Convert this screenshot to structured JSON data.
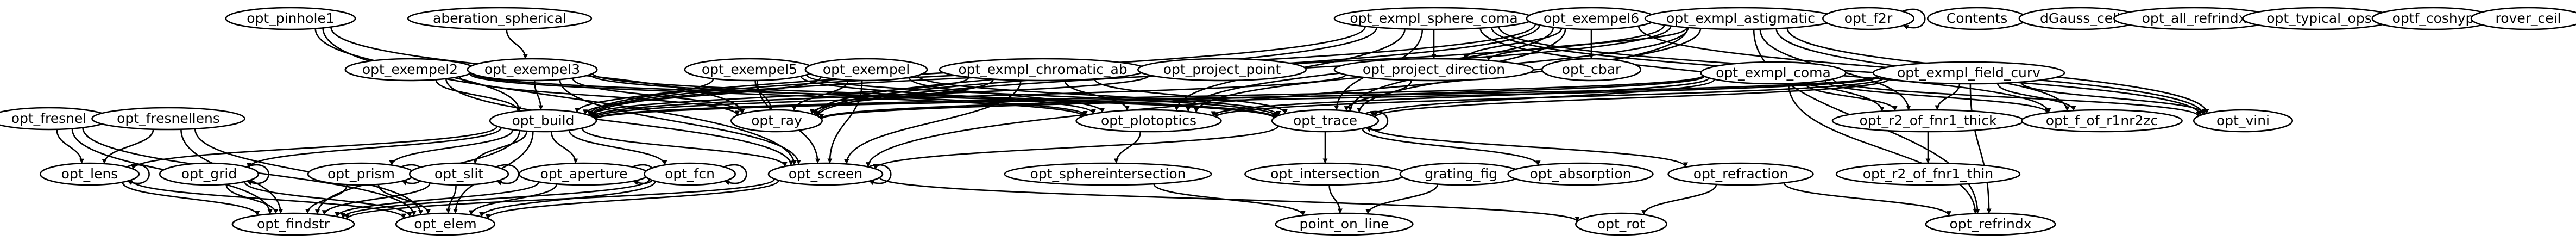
{
  "diagram": {
    "type": "call-graph",
    "nodes": [
      {
        "id": "opt_pinhole1",
        "label": "opt_pinhole1"
      },
      {
        "id": "aberation_spherical",
        "label": "aberation_spherical"
      },
      {
        "id": "opt_exmpl_sphere_coma",
        "label": "opt_exmpl_sphere_coma"
      },
      {
        "id": "opt_exempel6",
        "label": "opt_exempel6"
      },
      {
        "id": "opt_exmpl_astigmatic",
        "label": "opt_exmpl_astigmatic"
      },
      {
        "id": "opt_f2r",
        "label": "opt_f2r"
      },
      {
        "id": "Contents",
        "label": "Contents"
      },
      {
        "id": "dGauss_cell",
        "label": "dGauss_cell"
      },
      {
        "id": "opt_all_refrindx",
        "label": "opt_all_refrindx"
      },
      {
        "id": "opt_typical_ops",
        "label": "opt_typical_ops"
      },
      {
        "id": "optf_coshyp",
        "label": "optf_coshyp"
      },
      {
        "id": "rover_ceil",
        "label": "rover_ceil"
      },
      {
        "id": "opt_exempel2",
        "label": "opt_exempel2"
      },
      {
        "id": "opt_exempel3",
        "label": "opt_exempel3"
      },
      {
        "id": "opt_exempel5",
        "label": "opt_exempel5"
      },
      {
        "id": "opt_exempel",
        "label": "opt_exempel"
      },
      {
        "id": "opt_exmpl_chromatic_ab",
        "label": "opt_exmpl_chromatic_ab"
      },
      {
        "id": "opt_project_point",
        "label": "opt_project_point"
      },
      {
        "id": "opt_project_direction",
        "label": "opt_project_direction"
      },
      {
        "id": "opt_cbar",
        "label": "opt_cbar"
      },
      {
        "id": "opt_exmpl_coma",
        "label": "opt_exmpl_coma"
      },
      {
        "id": "opt_exmpl_field_curv",
        "label": "opt_exmpl_field_curv"
      },
      {
        "id": "opt_fresnel",
        "label": "opt_fresnel"
      },
      {
        "id": "opt_fresnellens",
        "label": "opt_fresnellens"
      },
      {
        "id": "opt_build",
        "label": "opt_build"
      },
      {
        "id": "opt_ray",
        "label": "opt_ray"
      },
      {
        "id": "opt_plotoptics",
        "label": "opt_plotoptics"
      },
      {
        "id": "opt_trace",
        "label": "opt_trace"
      },
      {
        "id": "opt_r2_of_fnr1_thick",
        "label": "opt_r2_of_fnr1_thick"
      },
      {
        "id": "opt_f_of_r1nr2zc",
        "label": "opt_f_of_r1nr2zc"
      },
      {
        "id": "opt_vini",
        "label": "opt_vini"
      },
      {
        "id": "opt_lens",
        "label": "opt_lens"
      },
      {
        "id": "opt_grid",
        "label": "opt_grid"
      },
      {
        "id": "opt_prism",
        "label": "opt_prism"
      },
      {
        "id": "opt_slit",
        "label": "opt_slit"
      },
      {
        "id": "opt_aperture",
        "label": "opt_aperture"
      },
      {
        "id": "opt_fcn",
        "label": "opt_fcn"
      },
      {
        "id": "opt_screen",
        "label": "opt_screen"
      },
      {
        "id": "opt_sphereintersection",
        "label": "opt_sphereintersection"
      },
      {
        "id": "opt_intersection",
        "label": "opt_intersection"
      },
      {
        "id": "grating_fig",
        "label": "grating_fig"
      },
      {
        "id": "opt_absorption",
        "label": "opt_absorption"
      },
      {
        "id": "opt_refraction",
        "label": "opt_refraction"
      },
      {
        "id": "opt_r2_of_fnr1_thin",
        "label": "opt_r2_of_fnr1_thin"
      },
      {
        "id": "opt_findstr",
        "label": "opt_findstr"
      },
      {
        "id": "opt_elem",
        "label": "opt_elem"
      },
      {
        "id": "point_on_line",
        "label": "point_on_line"
      },
      {
        "id": "opt_rot",
        "label": "opt_rot"
      },
      {
        "id": "opt_refrindx",
        "label": "opt_refrindx"
      }
    ],
    "edges": [
      [
        "opt_pinhole1",
        "opt_build"
      ],
      [
        "opt_pinhole1",
        "opt_ray"
      ],
      [
        "opt_pinhole1",
        "opt_screen"
      ],
      [
        "aberation_spherical",
        "opt_exempel3"
      ],
      [
        "opt_exmpl_sphere_coma",
        "opt_build"
      ],
      [
        "opt_exmpl_sphere_coma",
        "opt_ray"
      ],
      [
        "opt_exmpl_sphere_coma",
        "opt_project_direction"
      ],
      [
        "opt_exmpl_sphere_coma",
        "opt_plotoptics"
      ],
      [
        "opt_exmpl_sphere_coma",
        "opt_trace"
      ],
      [
        "opt_exmpl_sphere_coma",
        "opt_vini"
      ],
      [
        "opt_exmpl_sphere_coma",
        "opt_r2_of_fnr1_thick"
      ],
      [
        "opt_exmpl_sphere_coma",
        "opt_f_of_r1nr2zc"
      ],
      [
        "opt_exempel6",
        "opt_build"
      ],
      [
        "opt_exempel6",
        "opt_ray"
      ],
      [
        "opt_exempel6",
        "opt_cbar"
      ],
      [
        "opt_exempel6",
        "opt_project_direction"
      ],
      [
        "opt_exempel6",
        "opt_trace"
      ],
      [
        "opt_exempel6",
        "opt_plotoptics"
      ],
      [
        "opt_exempel6",
        "opt_vini"
      ],
      [
        "opt_exmpl_astigmatic",
        "opt_build"
      ],
      [
        "opt_exmpl_astigmatic",
        "opt_ray"
      ],
      [
        "opt_exmpl_astigmatic",
        "opt_trace"
      ],
      [
        "opt_exmpl_astigmatic",
        "opt_plotoptics"
      ],
      [
        "opt_exmpl_astigmatic",
        "opt_screen"
      ],
      [
        "opt_exmpl_astigmatic",
        "opt_r2_of_fnr1_thick"
      ],
      [
        "opt_exmpl_astigmatic",
        "opt_f_of_r1nr2zc"
      ],
      [
        "opt_exmpl_astigmatic",
        "opt_vini"
      ],
      [
        "opt_exmpl_astigmatic",
        "opt_refrindx"
      ],
      [
        "opt_exmpl_astigmatic",
        "opt_project_direction"
      ],
      [
        "opt_f2r",
        "opt_f2r"
      ],
      [
        "opt_exempel2",
        "opt_build"
      ],
      [
        "opt_exempel2",
        "opt_ray"
      ],
      [
        "opt_exempel2",
        "opt_plotoptics"
      ],
      [
        "opt_exempel2",
        "opt_screen"
      ],
      [
        "opt_exempel2",
        "opt_trace"
      ],
      [
        "opt_exempel3",
        "opt_build"
      ],
      [
        "opt_exempel3",
        "opt_ray"
      ],
      [
        "opt_exempel3",
        "opt_screen"
      ],
      [
        "opt_exempel3",
        "opt_plotoptics"
      ],
      [
        "opt_exempel3",
        "opt_trace"
      ],
      [
        "opt_exempel5",
        "opt_build"
      ],
      [
        "opt_exempel5",
        "opt_ray"
      ],
      [
        "opt_exempel5",
        "opt_screen"
      ],
      [
        "opt_exempel5",
        "opt_plotoptics"
      ],
      [
        "opt_exempel5",
        "opt_trace"
      ],
      [
        "opt_exempel",
        "opt_build"
      ],
      [
        "opt_exempel",
        "opt_ray"
      ],
      [
        "opt_exempel",
        "opt_screen"
      ],
      [
        "opt_exempel",
        "opt_plotoptics"
      ],
      [
        "opt_exempel",
        "opt_trace"
      ],
      [
        "opt_exmpl_chromatic_ab",
        "opt_build"
      ],
      [
        "opt_exmpl_chromatic_ab",
        "opt_ray"
      ],
      [
        "opt_exmpl_chromatic_ab",
        "opt_plotoptics"
      ],
      [
        "opt_exmpl_chromatic_ab",
        "opt_trace"
      ],
      [
        "opt_exmpl_chromatic_ab",
        "opt_screen"
      ],
      [
        "opt_project_point",
        "opt_build"
      ],
      [
        "opt_project_direction",
        "opt_build"
      ],
      [
        "opt_project_direction",
        "opt_trace"
      ],
      [
        "opt_exmpl_coma",
        "opt_build"
      ],
      [
        "opt_exmpl_coma",
        "opt_ray"
      ],
      [
        "opt_exmpl_coma",
        "opt_plotoptics"
      ],
      [
        "opt_exmpl_coma",
        "opt_trace"
      ],
      [
        "opt_exmpl_coma",
        "opt_r2_of_fnr1_thick"
      ],
      [
        "opt_exmpl_coma",
        "opt_f_of_r1nr2zc"
      ],
      [
        "opt_exmpl_coma",
        "opt_vini"
      ],
      [
        "opt_exmpl_coma",
        "opt_refrindx"
      ],
      [
        "opt_exmpl_field_curv",
        "opt_build"
      ],
      [
        "opt_exmpl_field_curv",
        "opt_ray"
      ],
      [
        "opt_exmpl_field_curv",
        "opt_plotoptics"
      ],
      [
        "opt_exmpl_field_curv",
        "opt_trace"
      ],
      [
        "opt_exmpl_field_curv",
        "opt_r2_of_fnr1_thick"
      ],
      [
        "opt_exmpl_field_curv",
        "opt_f_of_r1nr2zc"
      ],
      [
        "opt_exmpl_field_curv",
        "opt_vini"
      ],
      [
        "opt_exmpl_field_curv",
        "opt_refrindx"
      ],
      [
        "opt_fresnel",
        "opt_lens"
      ],
      [
        "opt_fresnel",
        "opt_findstr"
      ],
      [
        "opt_fresnel",
        "opt_elem"
      ],
      [
        "opt_fresnellens",
        "opt_lens"
      ],
      [
        "opt_fresnellens",
        "opt_findstr"
      ],
      [
        "opt_fresnellens",
        "opt_elem"
      ],
      [
        "opt_build",
        "opt_lens"
      ],
      [
        "opt_build",
        "opt_grid"
      ],
      [
        "opt_build",
        "opt_prism"
      ],
      [
        "opt_build",
        "opt_slit"
      ],
      [
        "opt_build",
        "opt_aperture"
      ],
      [
        "opt_build",
        "opt_fcn"
      ],
      [
        "opt_build",
        "opt_screen"
      ],
      [
        "opt_build",
        "opt_findstr"
      ],
      [
        "opt_build",
        "opt_elem"
      ],
      [
        "opt_plotoptics",
        "opt_sphereintersection"
      ],
      [
        "opt_trace",
        "opt_intersection"
      ],
      [
        "opt_trace",
        "opt_absorption"
      ],
      [
        "opt_trace",
        "opt_refraction"
      ],
      [
        "opt_trace",
        "opt_screen"
      ],
      [
        "opt_trace",
        "opt_trace"
      ],
      [
        "opt_r2_of_fnr1_thick",
        "opt_r2_of_fnr1_thin"
      ],
      [
        "opt_lens",
        "opt_lens"
      ],
      [
        "opt_lens",
        "opt_findstr"
      ],
      [
        "opt_lens",
        "opt_elem"
      ],
      [
        "opt_grid",
        "opt_grid"
      ],
      [
        "opt_grid",
        "opt_findstr"
      ],
      [
        "opt_grid",
        "opt_elem"
      ],
      [
        "opt_prism",
        "opt_prism"
      ],
      [
        "opt_prism",
        "opt_findstr"
      ],
      [
        "opt_prism",
        "opt_elem"
      ],
      [
        "opt_slit",
        "opt_slit"
      ],
      [
        "opt_slit",
        "opt_findstr"
      ],
      [
        "opt_slit",
        "opt_elem"
      ],
      [
        "opt_aperture",
        "opt_aperture"
      ],
      [
        "opt_aperture",
        "opt_findstr"
      ],
      [
        "opt_aperture",
        "opt_elem"
      ],
      [
        "opt_fcn",
        "opt_fcn"
      ],
      [
        "opt_fcn",
        "opt_findstr"
      ],
      [
        "opt_fcn",
        "opt_elem"
      ],
      [
        "opt_screen",
        "opt_screen"
      ],
      [
        "opt_screen",
        "opt_findstr"
      ],
      [
        "opt_screen",
        "opt_elem"
      ],
      [
        "opt_screen",
        "opt_rot"
      ],
      [
        "opt_sphereintersection",
        "point_on_line"
      ],
      [
        "opt_intersection",
        "point_on_line"
      ],
      [
        "grating_fig",
        "point_on_line"
      ],
      [
        "opt_refraction",
        "opt_rot"
      ],
      [
        "opt_refraction",
        "opt_refrindx"
      ]
    ]
  }
}
